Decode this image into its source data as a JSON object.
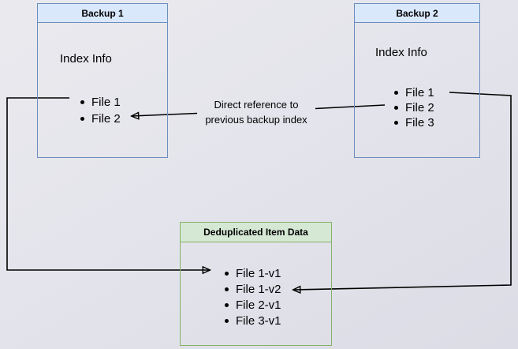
{
  "diagram": {
    "backup1": {
      "title": "Backup 1",
      "body_label": "Index Info",
      "items": [
        "File 1",
        "File 2"
      ]
    },
    "backup2": {
      "title": "Backup 2",
      "body_label": "Index Info",
      "items": [
        "File 1",
        "File 2",
        "File 3"
      ]
    },
    "dedup": {
      "title": "Deduplicated Item Data",
      "items": [
        "File 1-v1",
        "File 1-v2",
        "File 2-v1",
        "File 3-v1"
      ]
    },
    "edge_label": {
      "line1": "Direct reference to",
      "line2": "previous backup index"
    },
    "colors": {
      "blue_border": "#6c8ebf",
      "blue_header_fill": "#dae8fc",
      "green_border": "#82b366",
      "green_header_fill": "#d5e8d4",
      "connector": "#000000",
      "background": "#e4e4ec"
    }
  }
}
